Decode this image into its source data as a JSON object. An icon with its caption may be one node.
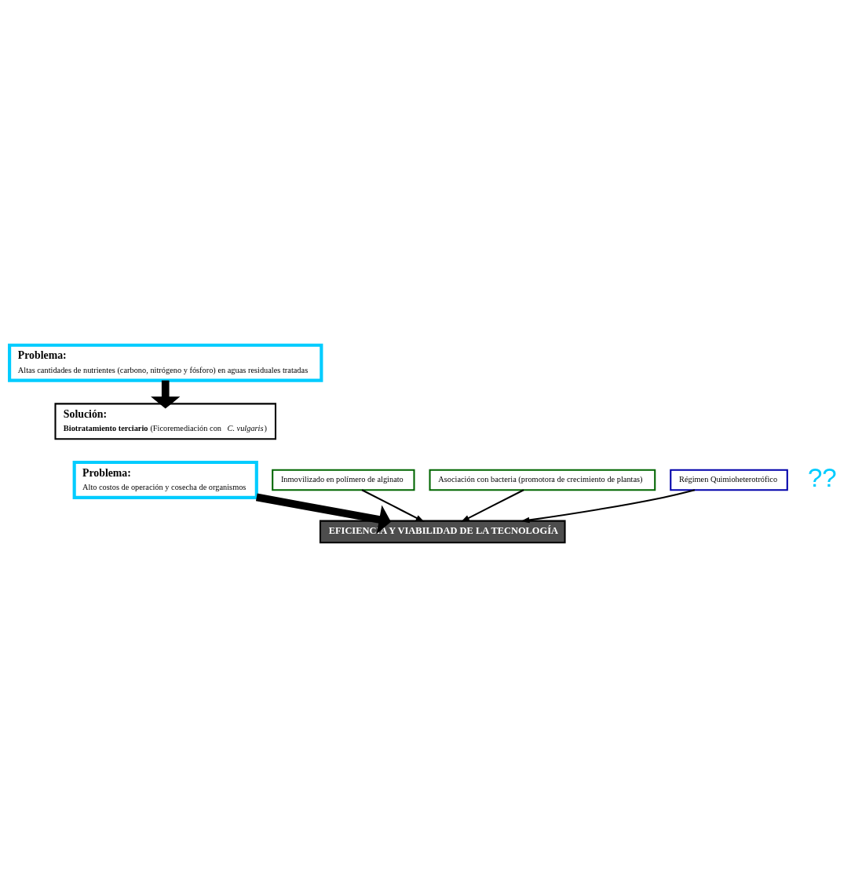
{
  "diagram": {
    "nodes": [
      {
        "text": [
          "Problema:",
          "Altas cantidades de nutrientes (carbono, nitrógeno y fósforo) en aguas residuales tratadas"
        ]
      },
      {
        "text": [
          "Solución:",
          "**Biotratamiento terciario** (Ficoremediación con *C. vulgaris*)"
        ]
      },
      {
        "text": [
          "Problema:",
          "Alto costos de operación y cosecha de organismos"
        ]
      },
      {
        "text": [
          "Inmovilizado en polímero de alginato"
        ]
      },
      {
        "text": [
          "Asociación con bacteria (promotora de crecimiento de plantas)"
        ]
      },
      {
        "text": [
          "Régimen Quimioheterotrófico"
        ]
      },
      {
        "text": [
          "EFICIENCIA Y VIABILIDAD DE LA TECNOLOGÍA"
        ]
      }
    ],
    "edges": [
      {
        "from": 0,
        "to": 1,
        "arrow": "to",
        "style": "thick"
      },
      {
        "from": 2,
        "to": 6,
        "arrow": "to",
        "style": "thick"
      },
      {
        "from": 3,
        "to": 6,
        "arrow": "to"
      },
      {
        "from": 4,
        "to": 6,
        "arrow": "to"
      },
      {
        "from": 5,
        "to": 6,
        "arrow": "to"
      }
    ],
    "labels": [
      "??"
    ]
  }
}
